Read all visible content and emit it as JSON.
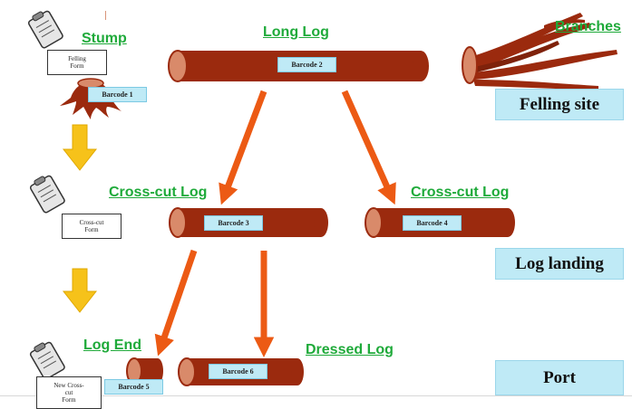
{
  "titles": {
    "stump": "Stump",
    "long_log": "Long Log",
    "branches": "Branches",
    "cross_cut_log_left": "Cross-cut Log",
    "cross_cut_log_right": "Cross-cut Log",
    "log_end": "Log End",
    "dressed_log": "Dressed Log"
  },
  "barcodes": {
    "b1": "Barcode 1",
    "b2": "Barcode 2",
    "b3": "Barcode 3",
    "b4": "Barcode 4",
    "b5": "Barcode 5",
    "b6": "Barcode 6"
  },
  "forms": {
    "felling": "Felling\nForm",
    "crosscut": "Cross-cut\nForm",
    "new_crosscut": "New Cross-\ncut\nForm"
  },
  "stages": {
    "felling_site": "Felling site",
    "log_landing": "Log landing",
    "port": "Port"
  },
  "colors": {
    "log_body": "#9b2a0e",
    "log_end": "#d98a6a",
    "arrow_orange": "#ec5a14",
    "arrow_yellow": "#f6c21a",
    "title_green": "#1faa3a",
    "stage_fill": "#bfeaf6"
  }
}
